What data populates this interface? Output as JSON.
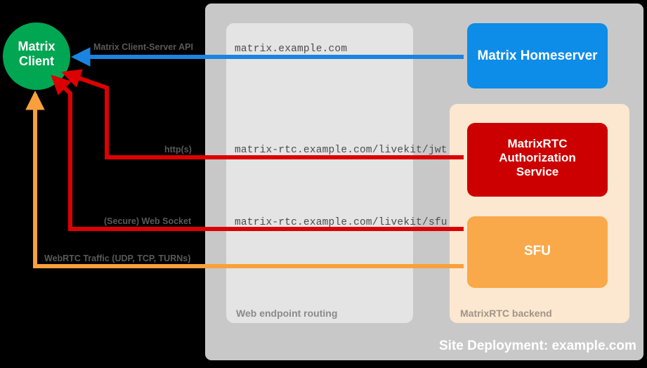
{
  "diagram": {
    "title_footer": "Site Deployment: example.com",
    "background": "#000000",
    "colors": {
      "client_green": "#00a651",
      "homeserver_blue": "#0d8ce8",
      "auth_red": "#cc0000",
      "sfu_orange": "#f9a94a",
      "outer_container": "#c8c8c8",
      "routing_container": "#e4e4e4",
      "rtc_container": "#fce7d0",
      "arrow_red": "#dd0000",
      "arrow_orange": "#f9a03c",
      "arrow_blue": "#1a84e0",
      "label_gray": "#595959"
    },
    "containers": [
      {
        "name": "site-deployment",
        "label": "Site Deployment: example.com"
      },
      {
        "name": "web-endpoint-routing",
        "label": "Web endpoint routing"
      },
      {
        "name": "matrixrtc-backend",
        "label": "MatrixRTC backend"
      }
    ],
    "nodes": [
      {
        "name": "matrix-client",
        "label_lines": [
          "Matrix",
          "Client"
        ],
        "shape": "circle",
        "color": "#00a651"
      },
      {
        "name": "matrix-homeserver",
        "label_lines": [
          "Matrix Homeserver"
        ],
        "shape": "rounded-rect",
        "color": "#0d8ce8"
      },
      {
        "name": "matrixrtc-authorization-service",
        "label_lines": [
          "MatrixRTC",
          "Authorization",
          "Service"
        ],
        "shape": "rounded-rect",
        "color": "#cc0000"
      },
      {
        "name": "sfu",
        "label_lines": [
          "SFU"
        ],
        "shape": "rounded-rect",
        "color": "#f9a94a"
      }
    ],
    "node_text": {
      "client_line1": "Matrix",
      "client_line2": "Client",
      "homeserver": "Matrix Homeserver",
      "auth_line1": "MatrixRTC",
      "auth_line2": "Authorization",
      "auth_line3": "Service",
      "sfu": "SFU"
    },
    "edges": [
      {
        "name": "edge-matrix-client-server-api",
        "protocol_label": "Matrix Client-Server API",
        "endpoint_label": "matrix.example.com",
        "color": "#1a84e0",
        "from": "matrix-homeserver",
        "to": "matrix-client"
      },
      {
        "name": "edge-https-jwt",
        "protocol_label": "http(s)",
        "endpoint_label": "matrix-rtc.example.com/livekit/jwt",
        "color": "#dd0000",
        "from": "matrix-client",
        "to": "matrixrtc-authorization-service"
      },
      {
        "name": "edge-secure-web-socket",
        "protocol_label": "(Secure) Web Socket",
        "endpoint_label": "matrix-rtc.example.com/livekit/sfu",
        "color": "#dd0000",
        "from": "matrix-client",
        "to": "sfu"
      },
      {
        "name": "edge-webrtc-traffic",
        "protocol_label": "WebRTC Traffic (UDP, TCP, TURNs)",
        "endpoint_label": "",
        "color": "#f9a03c",
        "from": "matrix-client",
        "to": "sfu"
      }
    ]
  }
}
